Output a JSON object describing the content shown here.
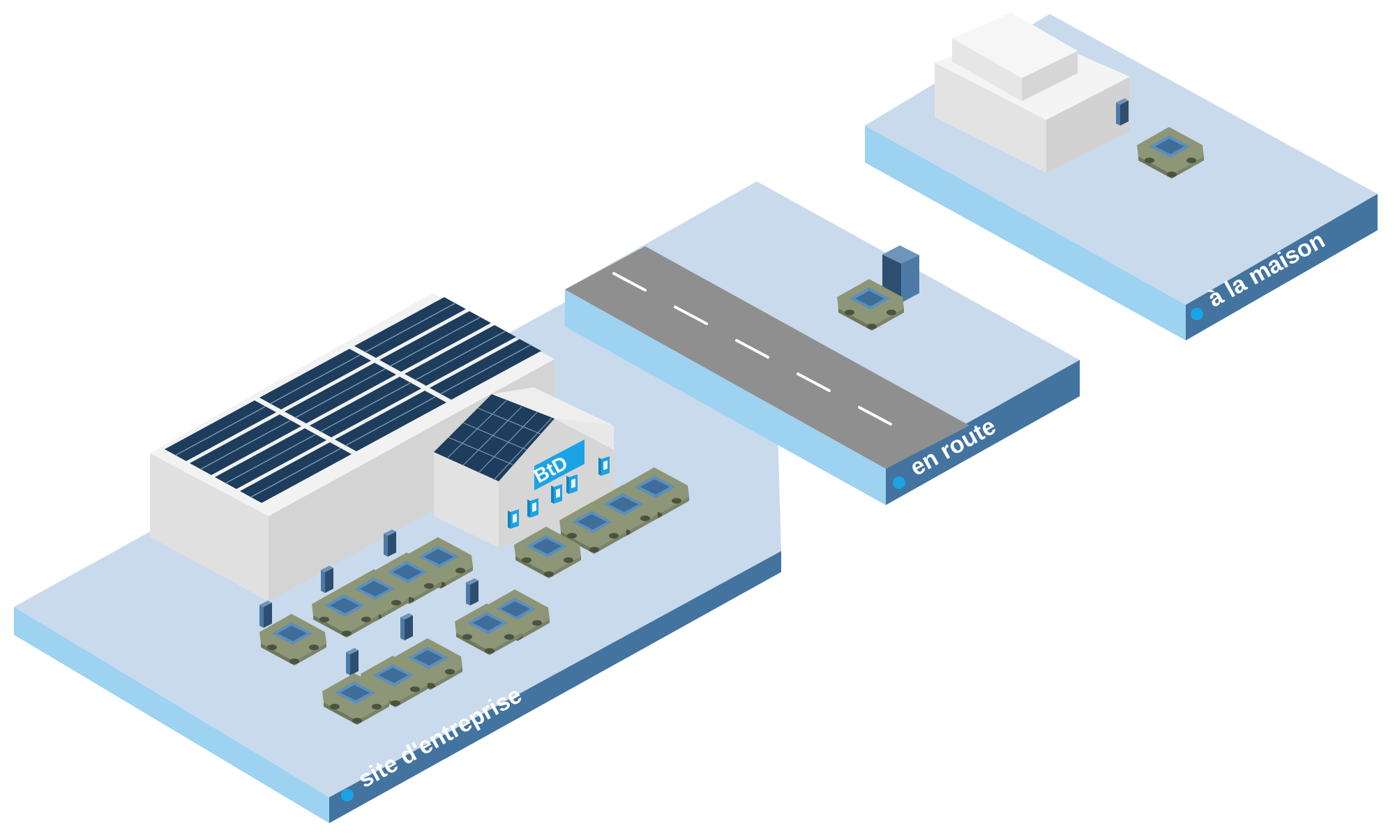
{
  "colors": {
    "platform_top": "#c9daec",
    "platform_left": "#9dd2f1",
    "platform_right": "#43739f",
    "road": "#8f8f8f",
    "road_marking": "#ffffff",
    "building_top": "#f4f4f4",
    "building_left": "#e3e3e3",
    "building_right": "#d2d2d2",
    "solar": "#1e3c5c",
    "solar_grid": "#7e9ab4",
    "car_body": "#8d9676",
    "car_glass": "#5b8fbe",
    "charger": "#3c6288",
    "charger_accent": "#1ba3e6",
    "label_dot": "#1ba3e6"
  },
  "icons": {
    "charger": "charging-station-icon",
    "car": "electric-car-icon",
    "marker": "location-dot-icon"
  },
  "platforms": [
    {
      "id": "enterprise",
      "label": "site d'entreprise"
    },
    {
      "id": "road",
      "label": "en route"
    },
    {
      "id": "home",
      "label": "à la maison"
    }
  ],
  "logo": {
    "text": "BtD"
  }
}
